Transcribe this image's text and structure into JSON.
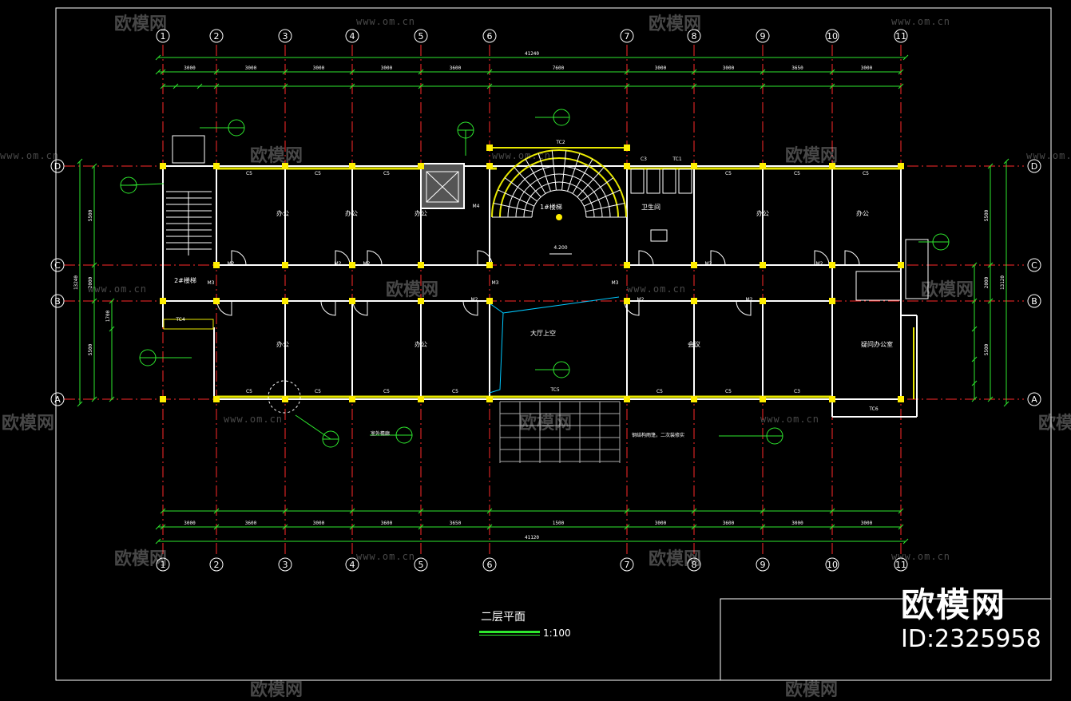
{
  "drawing": {
    "title": "二层平面",
    "scale": "1:100"
  },
  "watermark": {
    "brand": "欧模网",
    "url": "www.om.cn",
    "id": "ID:2325958"
  },
  "grid": {
    "columns": [
      "1",
      "2",
      "3",
      "4",
      "5",
      "6",
      "7",
      "8",
      "9",
      "10",
      "11"
    ],
    "rows": [
      "D",
      "C",
      "B",
      "A"
    ]
  },
  "dimensions": {
    "top_overall": "41240",
    "top_bays": [
      "3000",
      "3000",
      "3000",
      "3000",
      "3600",
      "7600",
      "3000",
      "3000",
      "3650",
      "3000"
    ],
    "bottom_overall": "41120",
    "bottom_bays": [
      "3000",
      "3600",
      "3000",
      "3600",
      "3650",
      "1500",
      "3000",
      "3600",
      "3000",
      "3000"
    ],
    "left_overall": "13240",
    "left_bays": [
      "5500",
      "2000",
      "1700",
      "5500"
    ],
    "right_overall": "13120",
    "right_bays": [
      "5500",
      "2000",
      "5500"
    ]
  },
  "rooms": [
    "办公",
    "办公",
    "办公",
    "办公",
    "办公",
    "办公",
    "办公",
    "会议",
    "疑问办公室",
    "大厅上空",
    "1#楼梯",
    "2#楼梯",
    "卫生间"
  ],
  "tags": {
    "windows": [
      "C5",
      "C5",
      "C5",
      "C5",
      "C5",
      "C5",
      "C5",
      "C5",
      "C5",
      "C5",
      "C5",
      "C5",
      "C3",
      "C3",
      "TC1",
      "TC2",
      "TC4",
      "TC5",
      "TC6"
    ],
    "doors": [
      "M2",
      "M2",
      "M2",
      "M2",
      "M2",
      "M2",
      "M2",
      "M2",
      "M3",
      "M3",
      "M3",
      "M4"
    ],
    "level": "4.200",
    "notes": [
      "室外檐廊",
      "钢结构雨篷，二次装修实"
    ]
  },
  "colors": {
    "background": "#000000",
    "axis": "#ff2a2a",
    "wall": "#ffffff",
    "column": "#ffee00",
    "dimension": "#2ee82e",
    "window": "#e8e800",
    "leader": "#2ee82e",
    "opening": "#00c8ff"
  }
}
